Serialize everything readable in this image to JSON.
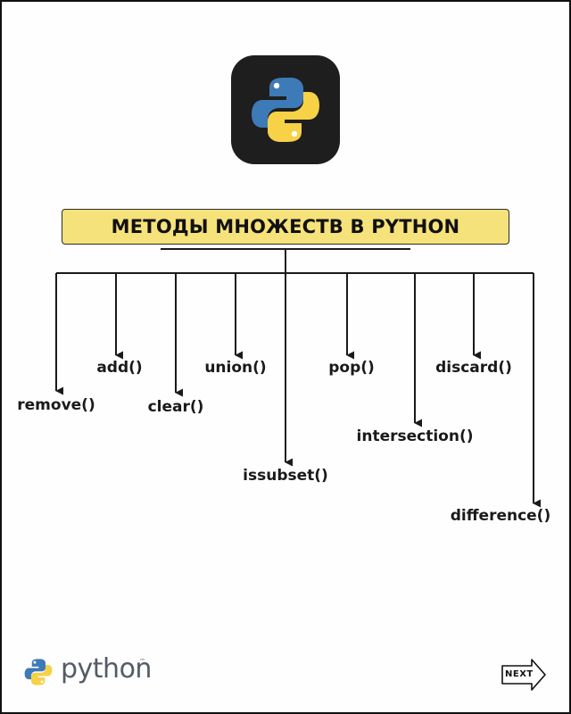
{
  "header": {
    "title": "МЕТОДЫ МНОЖЕСТВ В PYTHON"
  },
  "logo": {
    "icon": "python-logo-icon",
    "colors": {
      "tile": "#1e1e1e",
      "blue": "#3d7ab8",
      "yellow": "#f7d146"
    }
  },
  "methods": [
    {
      "label": "remove()"
    },
    {
      "label": "add()"
    },
    {
      "label": "clear()"
    },
    {
      "label": "union()"
    },
    {
      "label": "issubset()"
    },
    {
      "label": "pop()"
    },
    {
      "label": "intersection()"
    },
    {
      "label": "discard()"
    },
    {
      "label": "difference()"
    }
  ],
  "footer": {
    "brand": "python",
    "trademark": "™",
    "next_label": "NEXT"
  },
  "colors": {
    "title_fill": "#f6e27a",
    "line": "#1a1a1a"
  }
}
